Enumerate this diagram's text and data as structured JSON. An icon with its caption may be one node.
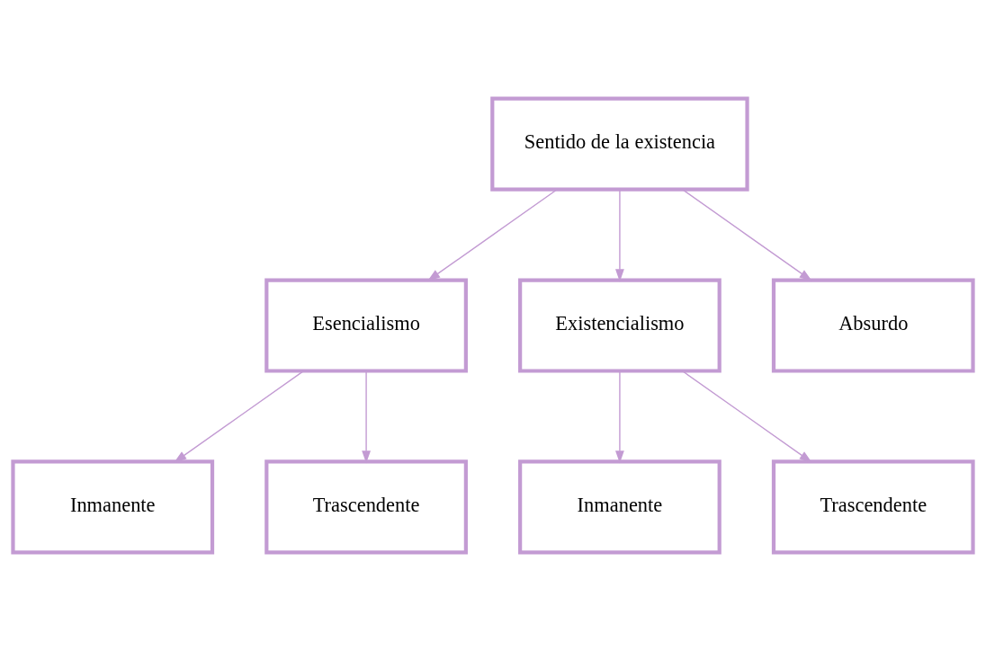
{
  "diagram": {
    "nodes": [
      {
        "text": [
          "Sentido de la existencia"
        ]
      },
      {
        "text": [
          "Esencialismo"
        ]
      },
      {
        "text": [
          "Existencialismo"
        ]
      },
      {
        "text": [
          "Absurdo"
        ]
      },
      {
        "text": [
          "Inmanente"
        ]
      },
      {
        "text": [
          "Trascendente"
        ]
      },
      {
        "text": [
          "Inmanente"
        ]
      },
      {
        "text": [
          "Trascendente"
        ]
      }
    ],
    "edges": [
      {
        "from": 0,
        "to": 1,
        "arrow": "to"
      },
      {
        "from": 0,
        "to": 2,
        "arrow": "to"
      },
      {
        "from": 0,
        "to": 3,
        "arrow": "to"
      },
      {
        "from": 1,
        "to": 4,
        "arrow": "to"
      },
      {
        "from": 1,
        "to": 5,
        "arrow": "to"
      },
      {
        "from": 2,
        "to": 6,
        "arrow": "to"
      },
      {
        "from": 2,
        "to": 7,
        "arrow": "to"
      }
    ]
  }
}
